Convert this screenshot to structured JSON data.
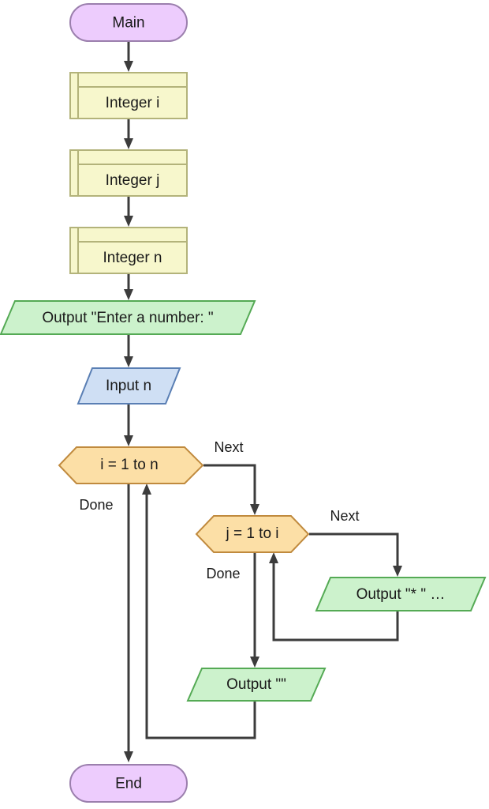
{
  "diagram": {
    "title": "Flowchart",
    "type": "flowchart",
    "background": "#ffffff"
  },
  "palette": {
    "terminal_fill": "#edccfd",
    "terminal_stroke": "#9b7fad",
    "declaration_fill": "#f7f7cc",
    "declaration_stroke": "#b3b37a",
    "output_fill": "#ccf2cc",
    "output_stroke": "#55aa55",
    "input_fill": "#cfdfF4",
    "input_stroke": "#5a7fb4",
    "loop_fill": "#fcdfa6",
    "loop_stroke": "#c08a3e",
    "edge_color": "#3c3c3c",
    "text_color": "#1a1a1a"
  },
  "nodes": {
    "start": {
      "label": "Main",
      "shape": "terminal"
    },
    "decl_i": {
      "label": "Integer i",
      "shape": "declaration"
    },
    "decl_j": {
      "label": "Integer j",
      "shape": "declaration"
    },
    "decl_n": {
      "label": "Integer n",
      "shape": "declaration"
    },
    "prompt": {
      "label": "Output \"Enter a number: \"",
      "shape": "parallelogram-output"
    },
    "input_n": {
      "label": "Input n",
      "shape": "parallelogram-input"
    },
    "loop_outer": {
      "label": "i = 1 to n",
      "shape": "hexagon"
    },
    "loop_inner": {
      "label": "j = 1 to i",
      "shape": "hexagon"
    },
    "print_star": {
      "label": "Output \"* \" …",
      "shape": "parallelogram-output"
    },
    "print_newline": {
      "label": "Output \"\"",
      "shape": "parallelogram-output"
    },
    "end": {
      "label": "End",
      "shape": "terminal"
    }
  },
  "edge_labels": {
    "outer_next": "Next",
    "outer_done": "Done",
    "inner_next": "Next",
    "inner_done": "Done"
  }
}
